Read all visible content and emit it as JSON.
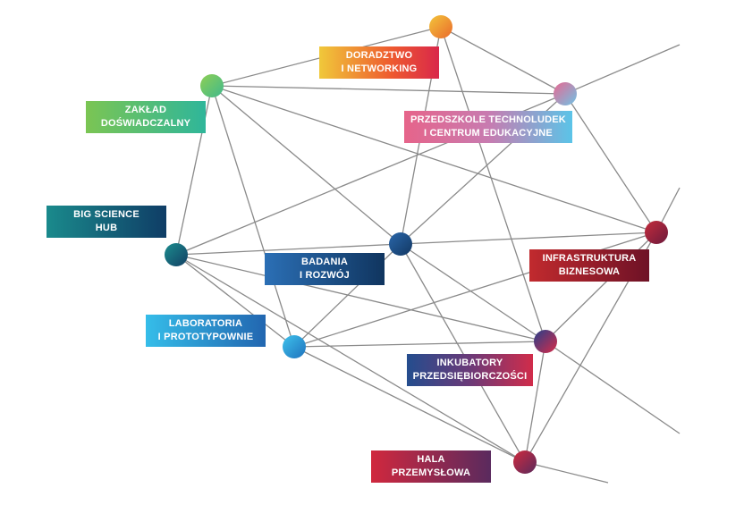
{
  "diagram": {
    "labels": {
      "doradztwo": "DORADZTWO\nI NETWORKING",
      "zaklad": "ZAKŁAD\nDOŚWIADCZALNY",
      "przedszkole": "PRZEDSZKOLE TECHNOLUDEK\nI CENTRUM EDUKACYJNE",
      "bigscience": "BIG SCIENCE\nHUB",
      "badania": "BADANIA\nI ROZWÓJ",
      "infra": "INFRASTRUKTURA\nBIZNESOWA",
      "laboratoria": "LABORATORIA\nI PROTOTYPOWNIE",
      "inkubatory": "INKUBATORY\nPRZEDSIĘBIORCZOŚCI",
      "hala": "HALA\nPRZEMYSŁOWA"
    },
    "colors": {
      "edge": "#8a8a8a",
      "node_doradztwo": [
        "#f3c53b",
        "#ea6a2c"
      ],
      "node_zaklad": [
        "#8fcf54",
        "#3fb98c"
      ],
      "node_przedszkole": [
        "#e96891",
        "#6fc3e6"
      ],
      "node_bigscience": [
        "#1c8d8e",
        "#123f64"
      ],
      "node_badania": [
        "#2a67aa",
        "#123762"
      ],
      "node_infra": [
        "#c42b3c",
        "#6c1a3c"
      ],
      "node_laboratoria": [
        "#3ec2ec",
        "#1f72bd"
      ],
      "node_inkubatory": [
        "#273f8a",
        "#d72b48"
      ],
      "node_hala": [
        "#cf2a3e",
        "#5b2a5c"
      ]
    },
    "edges": [
      [
        "doradztwo",
        "zaklad"
      ],
      [
        "doradztwo",
        "przedszkole"
      ],
      [
        "doradztwo",
        "inkubatory"
      ],
      [
        "doradztwo",
        "badania"
      ],
      [
        "zaklad",
        "przedszkole"
      ],
      [
        "zaklad",
        "bigscience"
      ],
      [
        "zaklad",
        "badania"
      ],
      [
        "zaklad",
        "laboratoria"
      ],
      [
        "zaklad",
        "infra"
      ],
      [
        "przedszkole",
        "bigscience"
      ],
      [
        "przedszkole",
        "badania"
      ],
      [
        "przedszkole",
        "infra"
      ],
      [
        "przedszkole",
        "out_top_right"
      ],
      [
        "bigscience",
        "badania"
      ],
      [
        "bigscience",
        "laboratoria"
      ],
      [
        "bigscience",
        "inkubatory"
      ],
      [
        "bigscience",
        "hala"
      ],
      [
        "badania",
        "infra"
      ],
      [
        "badania",
        "laboratoria"
      ],
      [
        "badania",
        "inkubatory"
      ],
      [
        "badania",
        "hala"
      ],
      [
        "infra",
        "laboratoria"
      ],
      [
        "infra",
        "inkubatory"
      ],
      [
        "infra",
        "hala"
      ],
      [
        "infra",
        "out_right_mid"
      ],
      [
        "laboratoria",
        "inkubatory"
      ],
      [
        "laboratoria",
        "hala"
      ],
      [
        "inkubatory",
        "hala"
      ],
      [
        "inkubatory",
        "out_right_low"
      ],
      [
        "hala",
        "out_bottom_right"
      ]
    ]
  }
}
